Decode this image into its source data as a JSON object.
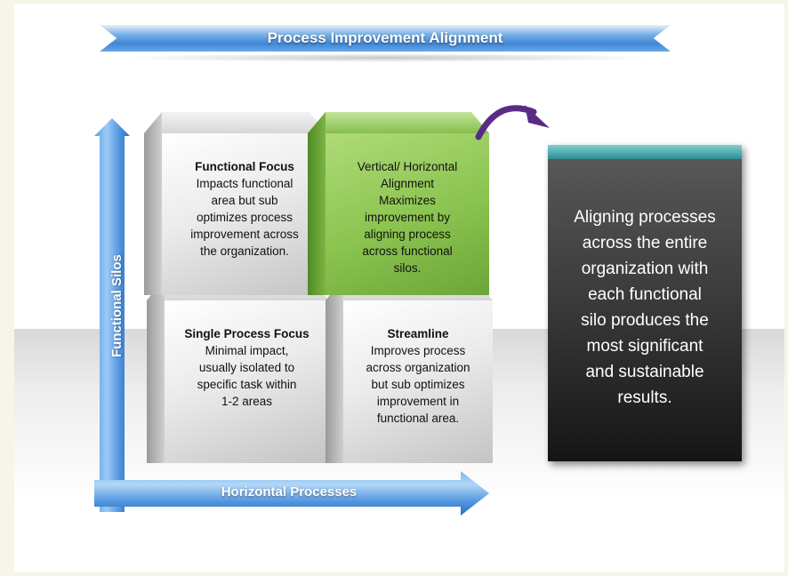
{
  "header": {
    "title": "Process Improvement Alignment"
  },
  "axes": {
    "vertical_label": "Functional Silos",
    "horizontal_label": "Horizontal Processes"
  },
  "quadrants": {
    "top_left": {
      "title": "Functional Focus",
      "body": "Impacts functional\narea but sub\noptimizes process\nimprovement across\nthe organization."
    },
    "top_right": {
      "title": "Vertical/ Horizontal\nAlignment",
      "body": "Maximizes\nimprovement by\naligning process\nacross functional\nsilos."
    },
    "bottom_left": {
      "title": "Single Process Focus",
      "body": "Minimal impact,\nusually isolated to\nspecific task within\n1-2 areas"
    },
    "bottom_right": {
      "title": "Streamline",
      "body": "Improves process\nacross organization\nbut sub optimizes\nimprovement in\nfunctional area."
    }
  },
  "result": {
    "text": "Aligning processes\nacross the entire\norganization with\neach functional\nsilo produces the\nmost significant\nand sustainable\nresults."
  },
  "colors": {
    "accent_blue": "#3f86d6",
    "highlight_green": "#8ac34f",
    "curve_arrow_purple": "#5b2a86",
    "panel_dark": "#2b2b2b"
  }
}
